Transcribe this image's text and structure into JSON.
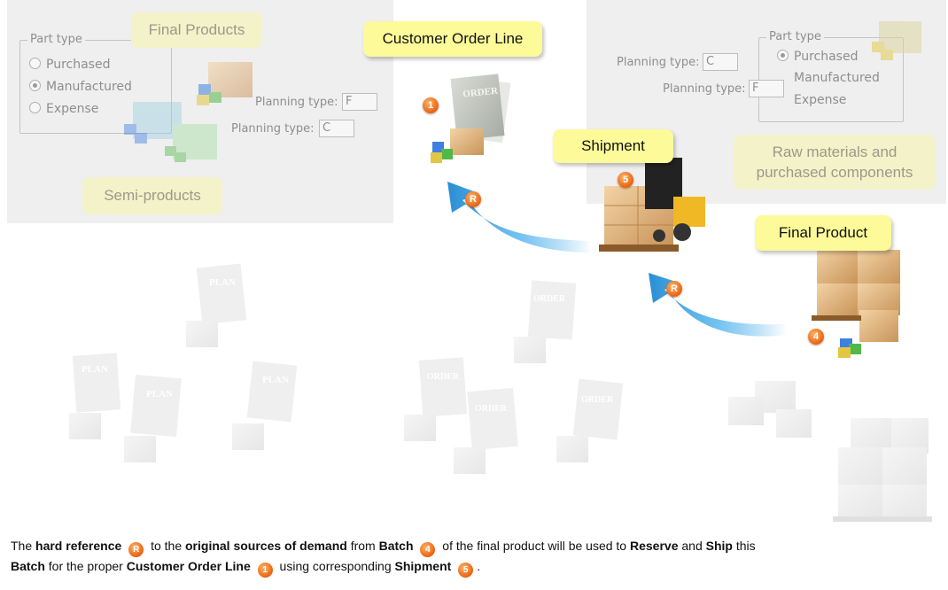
{
  "left_panel": {
    "part_type": {
      "legend": "Part type",
      "options": [
        "Purchased",
        "Manufactured",
        "Expense"
      ],
      "selected": "Manufactured"
    },
    "planning_rows": [
      {
        "label": "Planning type:",
        "value": "F"
      },
      {
        "label": "Planning type:",
        "value": "C"
      }
    ],
    "bubbles": {
      "final_products": "Final Products",
      "semi_products": "Semi-products"
    }
  },
  "right_panel": {
    "part_type": {
      "legend": "Part type",
      "options": [
        "Purchased",
        "Manufactured",
        "Expense"
      ],
      "selected": "Purchased"
    },
    "planning_rows": [
      {
        "label": "Planning type:",
        "value": "C"
      },
      {
        "label": "Planning type:",
        "value": "F"
      }
    ],
    "bubbles": {
      "raw_materials": [
        "Raw materials and",
        "purchased components"
      ]
    }
  },
  "bubbles": {
    "customer_order_line": "Customer Order Line",
    "shipment": "Shipment",
    "final_product": "Final Product"
  },
  "doc_labels": {
    "order": "ORDER",
    "plan": "PLAN"
  },
  "badges": {
    "customer_order": "1",
    "shipment": "5",
    "batch": "4",
    "reference": "R"
  },
  "caption": {
    "t1": "The ",
    "b1": "hard reference",
    "t2": " to the ",
    "b2": "original sources of demand",
    "t3": " from ",
    "b3": "Batch",
    "t4": " of the final product will be used to ",
    "b4": "Reserve",
    "t5": " and ",
    "b5": "Ship",
    "t6": " this",
    "b6": "Batch",
    "t7": " for the proper ",
    "b7": "Customer Order Line",
    "t8": " using corresponding ",
    "b8": "Shipment",
    "t9": "."
  },
  "colors": {
    "arrow_blue": "#3aa6e6",
    "badge_orange": "#e8620f",
    "bubble_yellow": "#fdfa9a",
    "panel_grey": "#efefef"
  }
}
